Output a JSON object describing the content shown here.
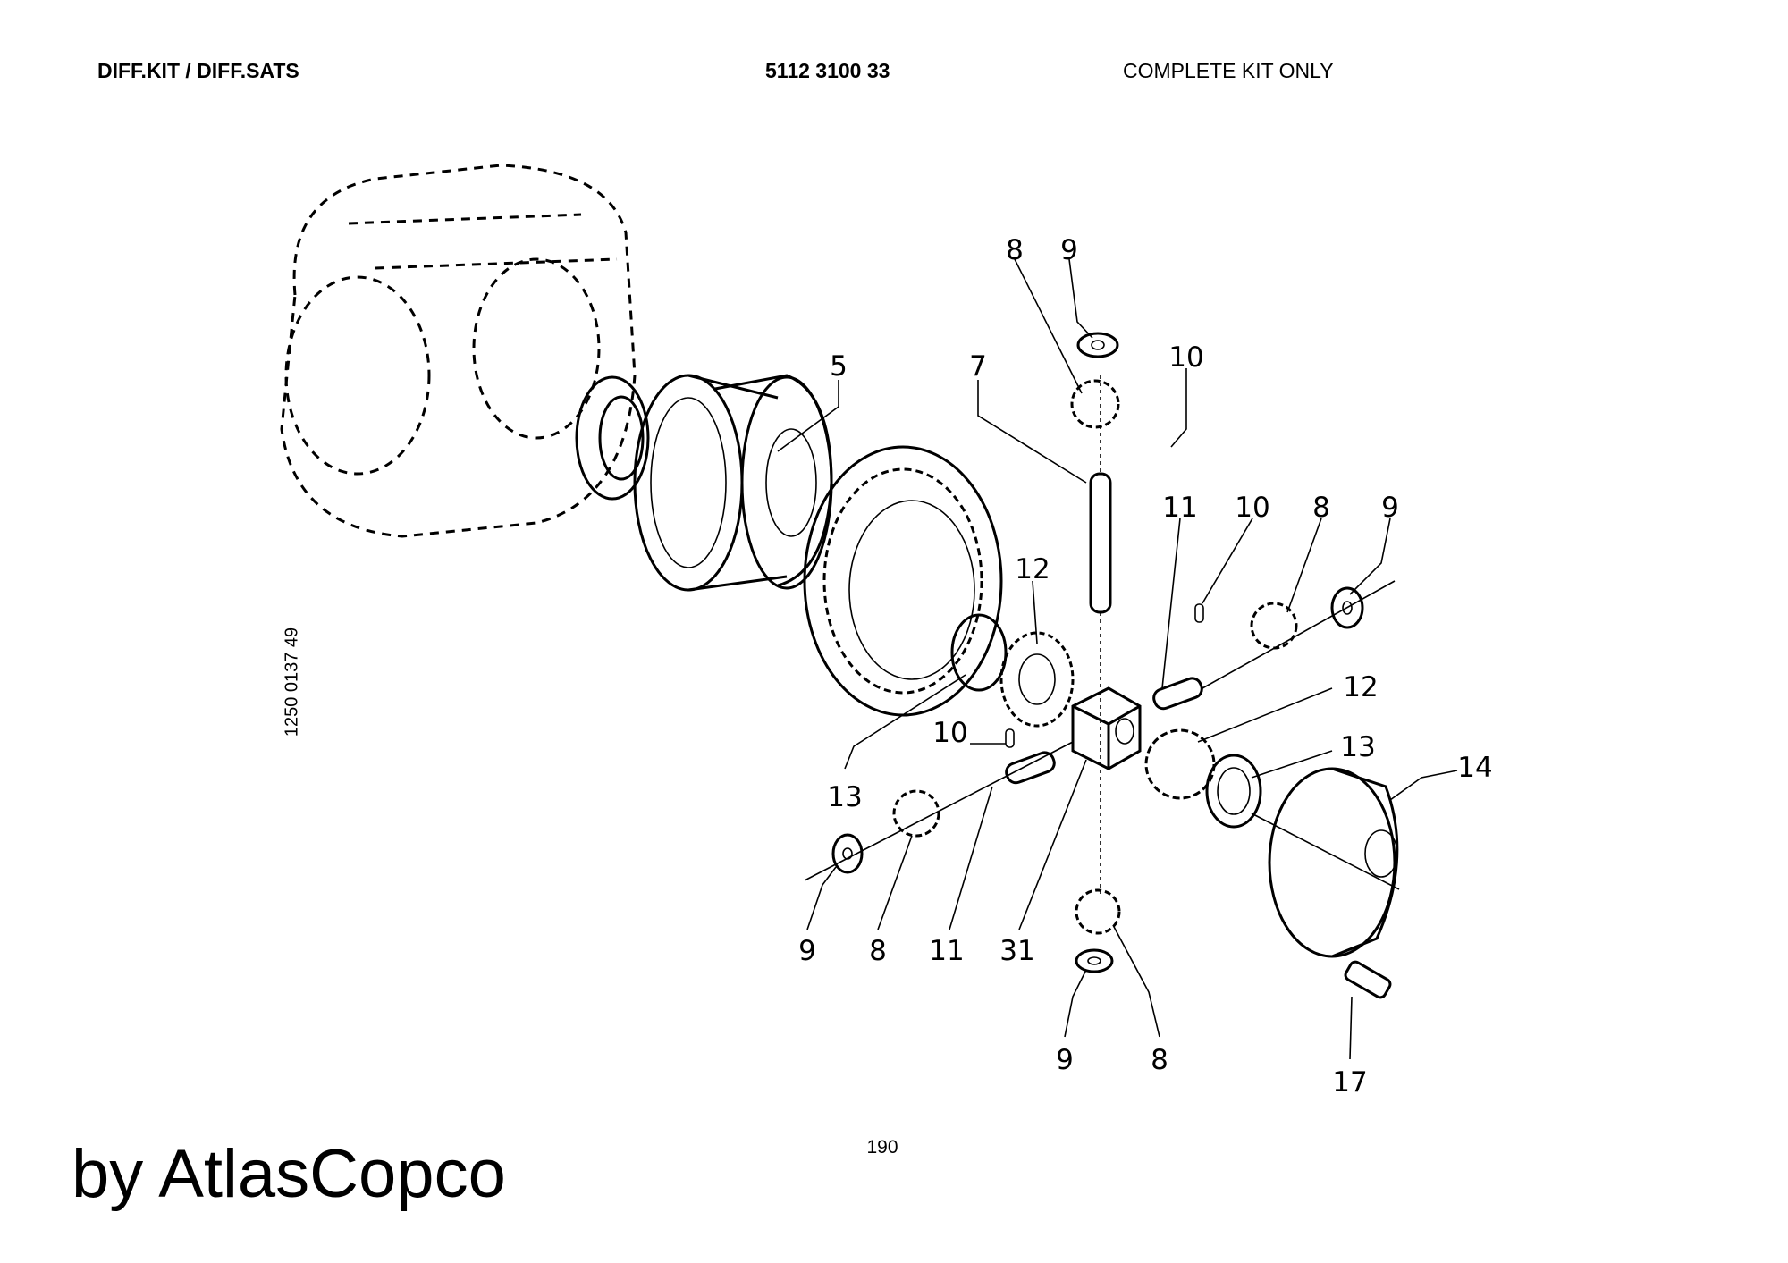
{
  "header": {
    "title": "DIFF.KIT / DIFF.SATS",
    "part_number": "5112 3100 33",
    "note": "COMPLETE KIT ONLY"
  },
  "side_reference": "1250 0137 49",
  "page_number": "190",
  "brand": "by AtlasCopco",
  "callouts": [
    "5",
    "7",
    "8",
    "9",
    "10",
    "11",
    "10",
    "8",
    "9",
    "12",
    "12",
    "13",
    "14",
    "10",
    "13",
    "9",
    "8",
    "11",
    "31",
    "9",
    "8",
    "17"
  ]
}
